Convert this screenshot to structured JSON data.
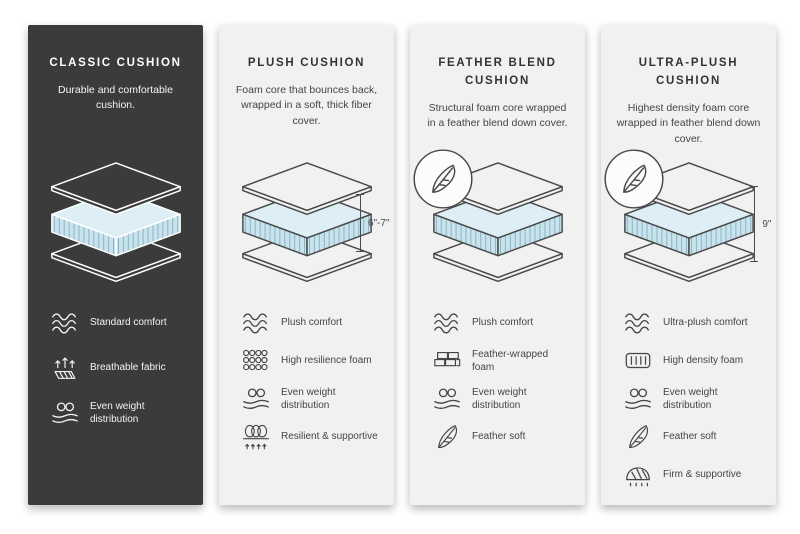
{
  "page": {
    "background": "#ffffff"
  },
  "colors": {
    "panel_dark": "#3b3b3b",
    "panel_light": "#f1f1f2",
    "foam_top": "#ddeff5",
    "foam_side": "#c7e3ed",
    "foam_hatch": "#8fb3bf",
    "outline_on_light": "#4a4a4a",
    "outline_on_dark": "#ffffff"
  },
  "panels": [
    {
      "id": "classic",
      "theme": "dark",
      "title": "CLASSIC CUSHION",
      "description": "Durable and comfortable cushion.",
      "measurement": "",
      "feather_badge": false,
      "features": [
        {
          "icon": "waves-icon",
          "label": "Standard comfort"
        },
        {
          "icon": "breathable-fabric-icon",
          "label": "Breathable fabric"
        },
        {
          "icon": "even-weight-icon",
          "label": "Even weight distribution"
        }
      ]
    },
    {
      "id": "plush",
      "theme": "light",
      "title": "PLUSH CUSHION",
      "description": "Foam core that bounces back, wrapped in a soft, thick fiber cover.",
      "measurement": "6\"-7\"",
      "feather_badge": false,
      "features": [
        {
          "icon": "waves-icon",
          "label": "Plush comfort"
        },
        {
          "icon": "resilience-foam-icon",
          "label": "High resilience foam"
        },
        {
          "icon": "even-weight-icon",
          "label": "Even weight distribution"
        },
        {
          "icon": "springs-icon",
          "label": "Resilient & supportive"
        }
      ]
    },
    {
      "id": "feather-blend",
      "theme": "light",
      "title": "FEATHER BLEND CUSHION",
      "description": "Structural foam core wrapped in a feather blend down cover.",
      "measurement": "",
      "feather_badge": true,
      "features": [
        {
          "icon": "waves-icon",
          "label": "Plush comfort"
        },
        {
          "icon": "bricks-icon",
          "label": "Feather-wrapped foam"
        },
        {
          "icon": "even-weight-icon",
          "label": "Even weight distribution"
        },
        {
          "icon": "feather-icon",
          "label": "Feather soft"
        }
      ]
    },
    {
      "id": "ultra-plush",
      "theme": "light",
      "title": "ULTRA-PLUSH CUSHION",
      "description": "Highest density foam core wrapped in feather blend down cover.",
      "measurement": "9\"",
      "feather_badge": true,
      "features": [
        {
          "icon": "waves-icon",
          "label": "Ultra-plush comfort"
        },
        {
          "icon": "density-foam-icon",
          "label": "High density foam"
        },
        {
          "icon": "even-weight-icon",
          "label": "Even weight distribution"
        },
        {
          "icon": "feather-icon",
          "label": "Feather soft"
        },
        {
          "icon": "firm-supportive-icon",
          "label": "Firm & supportive"
        }
      ]
    }
  ]
}
